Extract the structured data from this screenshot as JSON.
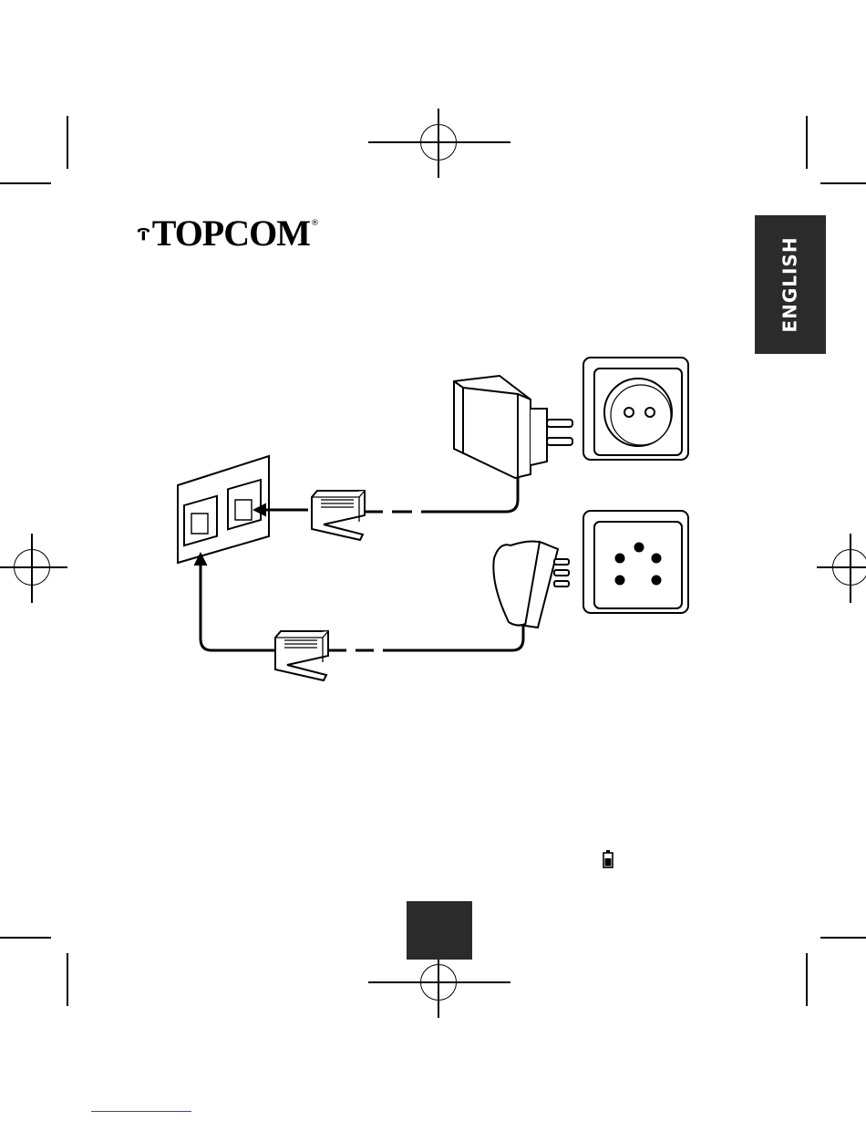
{
  "brand": {
    "name": "TOPCOM",
    "registered_mark": "®"
  },
  "language_tab": {
    "label": "ENGLISH"
  },
  "icons": {
    "logo": "telephone-handset-logo",
    "wall_jack": "double-telephone-wall-jack",
    "power_adapter": "power-adapter-plug-icon",
    "power_socket": "round-two-pin-power-socket",
    "phone_plug": "five-pin-telephone-plug",
    "phone_socket": "five-hole-telephone-wall-socket",
    "battery": "battery-icon"
  },
  "colors": {
    "ink": "#000000",
    "tab": "#2b2b2b",
    "paper": "#ffffff"
  }
}
